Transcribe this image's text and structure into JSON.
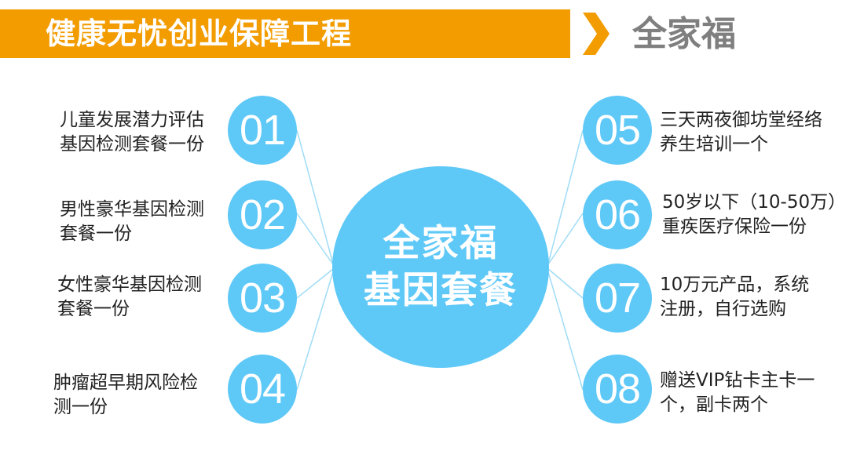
{
  "header": {
    "title": "健康无忧创业保障工程",
    "subtitle": "全家福"
  },
  "center": {
    "line1": "全家福",
    "line2": "基因套餐"
  },
  "items": [
    {
      "num": "01",
      "line1": "儿童发展潜力评估",
      "line2": "基因检测套餐一份"
    },
    {
      "num": "02",
      "line1": "男性豪华基因检测",
      "line2": "套餐一份"
    },
    {
      "num": "03",
      "line1": "女性豪华基因检测",
      "line2": "套餐一份"
    },
    {
      "num": "04",
      "line1": "肿瘤超早期风险检",
      "line2": "测一份"
    },
    {
      "num": "05",
      "line1": "三天两夜御坊堂经络",
      "line2": "养生培训一个"
    },
    {
      "num": "06",
      "line1": "50岁以下（10-50万）",
      "line2": "重疾医疗保险一份"
    },
    {
      "num": "07",
      "line1": "10万元产品，系统",
      "line2": "注册，自行选购"
    },
    {
      "num": "08",
      "line1": "赠送VIP钻卡主卡一",
      "line2": "个，副卡两个"
    }
  ],
  "colors": {
    "header_bar": "#f39c00",
    "circle": "#5ec8f7",
    "subtitle": "#7f7f7f"
  }
}
